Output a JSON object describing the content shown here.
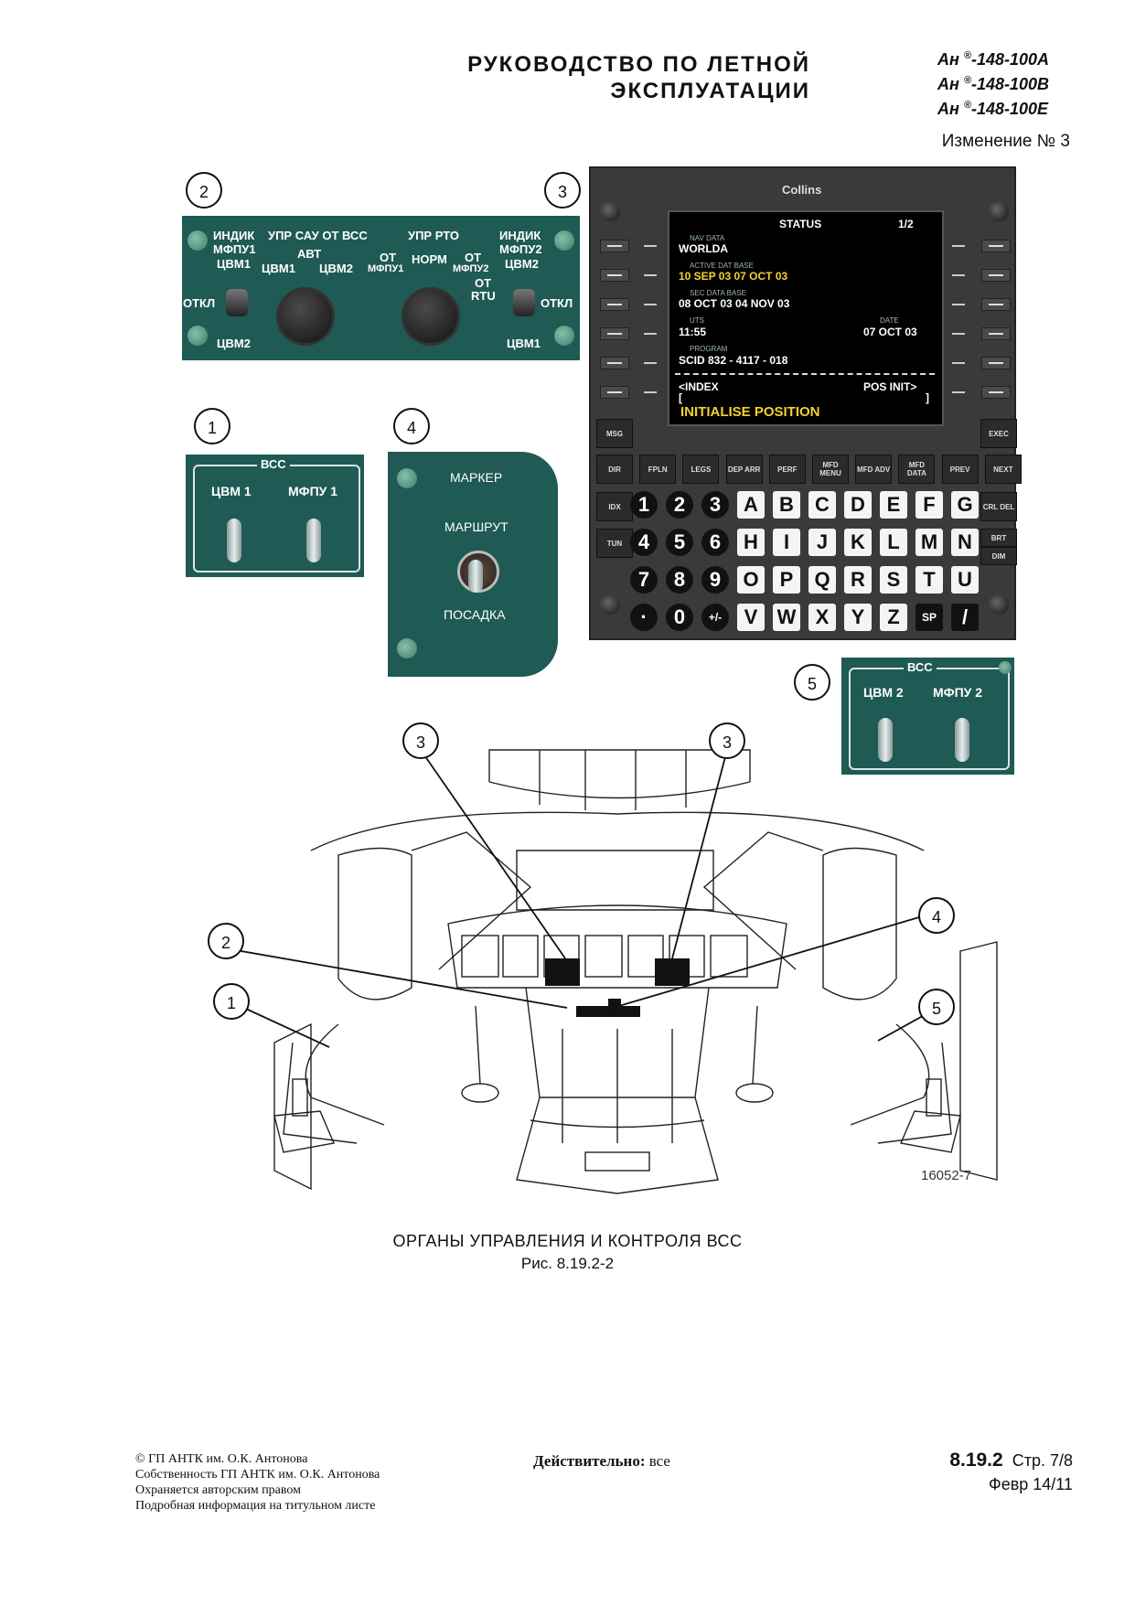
{
  "header": {
    "title_line1": "РУКОВОДСТВО ПО ЛЕТНОЙ",
    "title_line2": "ЭКСПЛУАТАЦИИ",
    "model_prefix": "Ан",
    "reg_mark": "®",
    "model1": "-148-100А",
    "model2": "-148-100В",
    "model3": "-148-100Е",
    "change": "Изменение № 3"
  },
  "callouts": [
    "1",
    "2",
    "3",
    "4",
    "5"
  ],
  "panel2": {
    "ind_left": "ИНДИК",
    "mfpu1": "МФПУ1",
    "tsvm1_a": "ЦВМ1",
    "otkl_left": "ОТКЛ",
    "tsvm2_left": "ЦВМ2",
    "upr_sau": "УПР САУ ОТ ВСС",
    "avt": "АВТ",
    "tsvm1_b": "ЦВМ1",
    "tsvm2_b": "ЦВМ2",
    "upr_rto": "УПР РТО",
    "ot1": "ОТ",
    "mfpu1_b": "МФПУ1",
    "norm": "НОРМ",
    "ot2": "ОТ",
    "mfpu2_b": "МФПУ2",
    "ot_rtu": "ОТ",
    "rtu": "RTU",
    "ind_right": "ИНДИК",
    "mfpu2": "МФПУ2",
    "tsvm2_c": "ЦВМ2",
    "otkl_right": "ОТКЛ",
    "tsvm1_right": "ЦВМ1"
  },
  "panel1": {
    "title": "ВСС",
    "left": "ЦВМ 1",
    "right": "МФПУ 1"
  },
  "panel5": {
    "title": "ВСС",
    "left": "ЦВМ 2",
    "right": "МФПУ 2"
  },
  "panel4": {
    "marker": "МАРКЕР",
    "route": "МАРШРУТ",
    "landing": "ПОСАДКА"
  },
  "cdu": {
    "brand": "Collins",
    "screen": {
      "title": "STATUS",
      "page": "1/2",
      "nav_data_lbl": "NAV DATA",
      "nav_data": "WORLDA",
      "active_db_lbl": "ACTIVE DAT BASE",
      "active_db": "10 SEP 03   07 OCT 03",
      "sec_db_lbl": "SEC DATA BASE",
      "sec_db": "08 OCT 03   04 NOV 03",
      "uts_lbl": "UTS",
      "uts": "11:55",
      "date_lbl": "DATE",
      "date": "07 OCT 03",
      "program_lbl": "PROGRAM",
      "program": "SCID  832 - 4117 - 018",
      "index": "<INDEX",
      "pos_init": "POS  INIT>",
      "bracket_l": "[",
      "bracket_r": "]",
      "scratchpad": "INITIALISE  POSITION"
    },
    "msg": "MSG",
    "exec": "EXEC",
    "func_keys": [
      "DIR",
      "FPLN",
      "LEGS",
      "DEP ARR",
      "PERF",
      "MFD MENU",
      "MFD ADV",
      "MFD DATA",
      "PREV",
      "NEXT"
    ],
    "side_left": [
      "IDX",
      "TUN"
    ],
    "side_right": [
      "CRL DEL",
      "BRT",
      "DIM"
    ],
    "row1": [
      "1",
      "2",
      "3",
      "A",
      "B",
      "C",
      "D",
      "E",
      "F",
      "G"
    ],
    "row2": [
      "4",
      "5",
      "6",
      "H",
      "I",
      "J",
      "K",
      "L",
      "M",
      "N"
    ],
    "row3": [
      "7",
      "8",
      "9",
      "O",
      "P",
      "Q",
      "R",
      "S",
      "T",
      "U"
    ],
    "row4": [
      "·",
      "0",
      "+/-",
      "V",
      "W",
      "X",
      "Y",
      "Z",
      "SP",
      "/"
    ]
  },
  "figure": {
    "id": "16052-7",
    "caption": "ОРГАНЫ УПРАВЛЕНИЯ И КОНТРОЛЯ ВСС",
    "number": "Рис. 8.19.2-2"
  },
  "footer": {
    "copyright": "© ГП АНТК им. О.К. Антонова",
    "owner": "Собственность ГП АНТК им. О.К. Антонова",
    "protected": "Охраняется авторским правом",
    "details": "Подробная информация на титульном листе",
    "valid_label": "Действительно:",
    "valid_value": "все",
    "section": "8.19.2",
    "page": "Стр. 7/8",
    "date": "Февр 14/11"
  }
}
